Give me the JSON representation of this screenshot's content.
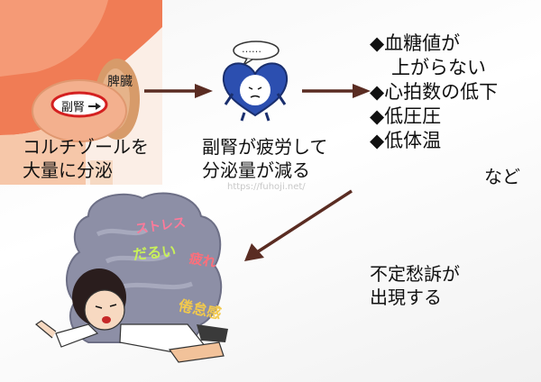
{
  "anatomy": {
    "label_spleen": "脾臓",
    "label_adrenal": "副腎"
  },
  "step1": {
    "line1": "コルチゾールを",
    "line2": "大量に分泌"
  },
  "step2": {
    "line1": "副腎が疲労して",
    "line2": "分泌量が減る"
  },
  "effects": {
    "items": [
      "◆血糖値が",
      "上がらない",
      "◆心拍数の低下",
      "◆低圧圧",
      "◆低体温"
    ],
    "etc": "など"
  },
  "watermark": "https://fuhoji.net/",
  "bubble": "……",
  "cloud_words": {
    "w1": "ストレス",
    "w2": "だるい",
    "w3": "疲れ",
    "w4": "倦怠感"
  },
  "outcome": {
    "line1": "不定愁訴が",
    "line2": "出現する"
  }
}
